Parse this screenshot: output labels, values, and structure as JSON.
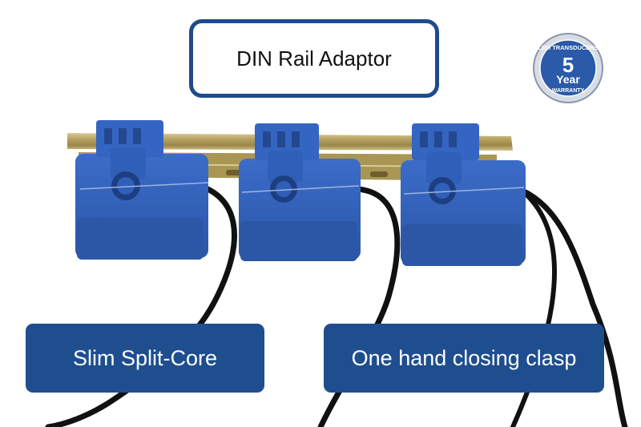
{
  "callouts": {
    "din_rail": "DIN Rail Adaptor",
    "split_core": "Slim Split-Core",
    "clasp": "One hand closing clasp"
  },
  "badge": {
    "line1": "LEM TRANSDUCERS",
    "number": "5",
    "word": "Year",
    "line3": "WARRANTY"
  },
  "colors": {
    "brand_blue": "#1f4e8f",
    "sensor_blue": "#2f5fb8",
    "rail_metal": "#b8a66a",
    "cable": "#111111"
  }
}
